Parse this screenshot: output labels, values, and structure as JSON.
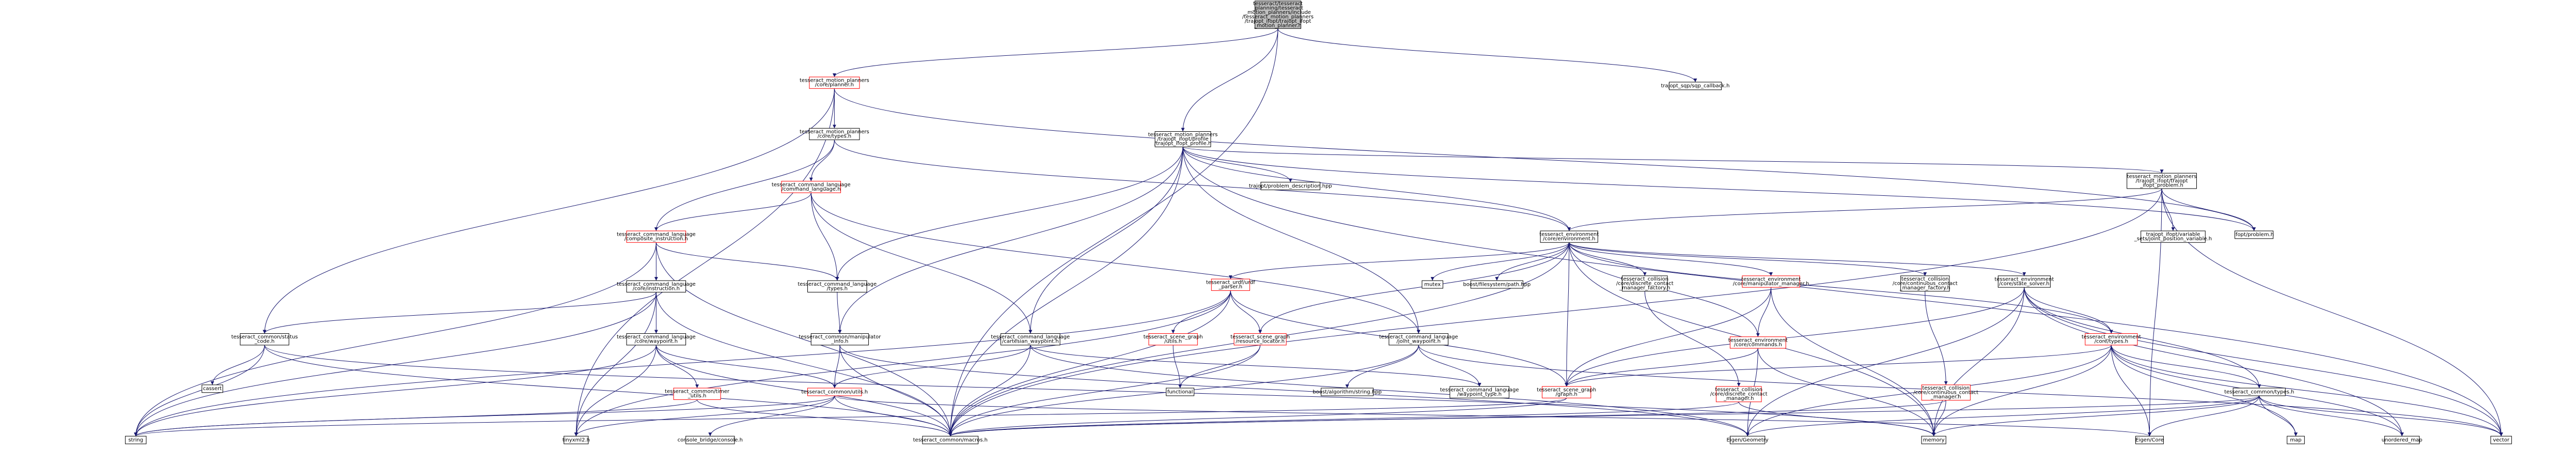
{
  "nodes": [
    {
      "id": "root",
      "lines": [
        "tesseract/tesseract",
        "_planning/tesseract",
        "_motion_planners/include",
        "/tesseract_motion_planners",
        "/trajopt_ifopt/trajopt_ifopt",
        "_motion_planner.h"
      ],
      "style": "root"
    },
    {
      "id": "n_planner",
      "lines": [
        "tesseract_motion_planners",
        "/core/planner.h"
      ],
      "style": "red"
    },
    {
      "id": "n_profile",
      "lines": [
        "tesseract_motion_planners",
        "/trajopt_ifopt/profile",
        "/trajopt_ifopt_profile.h"
      ],
      "style": "normal"
    },
    {
      "id": "n_sqp_cb",
      "lines": [
        "trajopt_sqp/sqp_callback.h"
      ],
      "style": "normal"
    },
    {
      "id": "n_core_types",
      "lines": [
        "tesseract_motion_planners",
        "/core/types.h"
      ],
      "style": "normal"
    },
    {
      "id": "n_problem_desc",
      "lines": [
        "trajopt/problem_description.hpp"
      ],
      "style": "normal"
    },
    {
      "id": "n_trajopt_problem",
      "lines": [
        "tesseract_motion_planners",
        "/trajopt_ifopt/trajopt",
        "_ifopt_problem.h"
      ],
      "style": "normal"
    },
    {
      "id": "n_cmd_lang",
      "lines": [
        "tesseract_command_language",
        "/command_language.h"
      ],
      "style": "red"
    },
    {
      "id": "n_joint_pos_var",
      "lines": [
        "trajopt_ifopt/variable",
        "_sets/joint_position_variable.h"
      ],
      "style": "normal"
    },
    {
      "id": "n_ifopt_problem",
      "lines": [
        "ifopt/problem.h"
      ],
      "style": "normal"
    },
    {
      "id": "n_composite",
      "lines": [
        "tesseract_command_language",
        "/composite_instruction.h"
      ],
      "style": "red"
    },
    {
      "id": "n_environment",
      "lines": [
        "tesseract_environment",
        "/core/environment.h"
      ],
      "style": "normal"
    },
    {
      "id": "n_urdf_parser",
      "lines": [
        "tesseract_urdf/urdf",
        "_parser.h"
      ],
      "style": "red"
    },
    {
      "id": "n_mutex",
      "lines": [
        "mutex"
      ],
      "style": "normal"
    },
    {
      "id": "n_boost_fs",
      "lines": [
        "boost/filesystem/path.hpp"
      ],
      "style": "normal"
    },
    {
      "id": "n_discrete_factory",
      "lines": [
        "tesseract_collision",
        "/core/discrete_contact",
        "_manager_factory.h"
      ],
      "style": "normal"
    },
    {
      "id": "n_manip_mgr",
      "lines": [
        "tesseract_environment",
        "/core/manipulator_manager.h"
      ],
      "style": "red"
    },
    {
      "id": "n_cont_factory",
      "lines": [
        "tesseract_collision",
        "/core/continuous_contact",
        "_manager_factory.h"
      ],
      "style": "normal"
    },
    {
      "id": "n_state_solver",
      "lines": [
        "tesseract_environment",
        "/core/state_solver.h"
      ],
      "style": "normal"
    },
    {
      "id": "n_instruction",
      "lines": [
        "tesseract_command_language",
        "/core/instruction.h"
      ],
      "style": "normal"
    },
    {
      "id": "n_cmd_types",
      "lines": [
        "tesseract_command_language",
        "/types.h"
      ],
      "style": "normal"
    },
    {
      "id": "n_status_code",
      "lines": [
        "tesseract_common/status",
        "_code.h"
      ],
      "style": "normal"
    },
    {
      "id": "n_waypoint",
      "lines": [
        "tesseract_command_language",
        "/core/waypoint.h"
      ],
      "style": "normal"
    },
    {
      "id": "n_manip_utils",
      "lines": [
        "tesseract_common/manipulator",
        "_info.h"
      ],
      "style": "normal"
    },
    {
      "id": "n_cartesian_wp",
      "lines": [
        "tesseract_command_language",
        "/cartesian_waypoint.h"
      ],
      "style": "normal"
    },
    {
      "id": "n_sg_utils",
      "lines": [
        "tesseract_scene_graph",
        "/utils.h"
      ],
      "style": "red"
    },
    {
      "id": "n_sg_locator",
      "lines": [
        "tesseract_scene_graph",
        "/resource_locator.h"
      ],
      "style": "red"
    },
    {
      "id": "n_joint_wp",
      "lines": [
        "tesseract_command_language",
        "/joint_waypoint.h"
      ],
      "style": "normal"
    },
    {
      "id": "n_env_commands",
      "lines": [
        "tesseract_environment",
        "/core/commands.h"
      ],
      "style": "red"
    },
    {
      "id": "n_env_types",
      "lines": [
        "tesseract_environment",
        "/core/types.h"
      ],
      "style": "red"
    },
    {
      "id": "n_cassert",
      "lines": [
        "cassert"
      ],
      "style": "normal"
    },
    {
      "id": "n_timers",
      "lines": [
        "tesseract_common/timer",
        "_utils.h"
      ],
      "style": "red"
    },
    {
      "id": "n_common_utils",
      "lines": [
        "tesseract_common/utils.h"
      ],
      "style": "red"
    },
    {
      "id": "n_functional",
      "lines": [
        "functional"
      ],
      "style": "normal"
    },
    {
      "id": "n_boost_str",
      "lines": [
        "boost/algorithm/string.hpp"
      ],
      "style": "normal"
    },
    {
      "id": "n_wp_type",
      "lines": [
        "tesseract_command_language",
        "/waypoint_type.h"
      ],
      "style": "normal"
    },
    {
      "id": "n_sg_graph",
      "lines": [
        "tesseract_scene_graph",
        "/graph.h"
      ],
      "style": "red"
    },
    {
      "id": "n_discrete_mgr",
      "lines": [
        "tesseract_collision",
        "/core/discrete_contact",
        "_manager.h"
      ],
      "style": "red"
    },
    {
      "id": "n_cont_mgr",
      "lines": [
        "tesseract_collision",
        "/core/continuous_contact",
        "_manager.h"
      ],
      "style": "red"
    },
    {
      "id": "n_common_types",
      "lines": [
        "tesseract_common/types.h"
      ],
      "style": "normal"
    },
    {
      "id": "n_string",
      "lines": [
        "string"
      ],
      "style": "normal"
    },
    {
      "id": "n_tinyxml",
      "lines": [
        "tinyxml2.h"
      ],
      "style": "normal"
    },
    {
      "id": "n_console",
      "lines": [
        "console_bridge/console.h"
      ],
      "style": "normal"
    },
    {
      "id": "n_macros",
      "lines": [
        "tesseract_common/macros.h"
      ],
      "style": "normal"
    },
    {
      "id": "n_eigen_geo",
      "lines": [
        "Eigen/Geometry"
      ],
      "style": "normal"
    },
    {
      "id": "n_memory",
      "lines": [
        "memory"
      ],
      "style": "normal"
    },
    {
      "id": "n_eigen_core",
      "lines": [
        "Eigen/Core"
      ],
      "style": "normal"
    },
    {
      "id": "n_map",
      "lines": [
        "map"
      ],
      "style": "normal"
    },
    {
      "id": "n_unordered_map",
      "lines": [
        "unordered_map"
      ],
      "style": "normal"
    },
    {
      "id": "n_vector",
      "lines": [
        "vector"
      ],
      "style": "normal"
    }
  ],
  "colors": {
    "edge": "#191970",
    "red_border": "#ff0000",
    "root_fill": "#bfbfbf"
  }
}
